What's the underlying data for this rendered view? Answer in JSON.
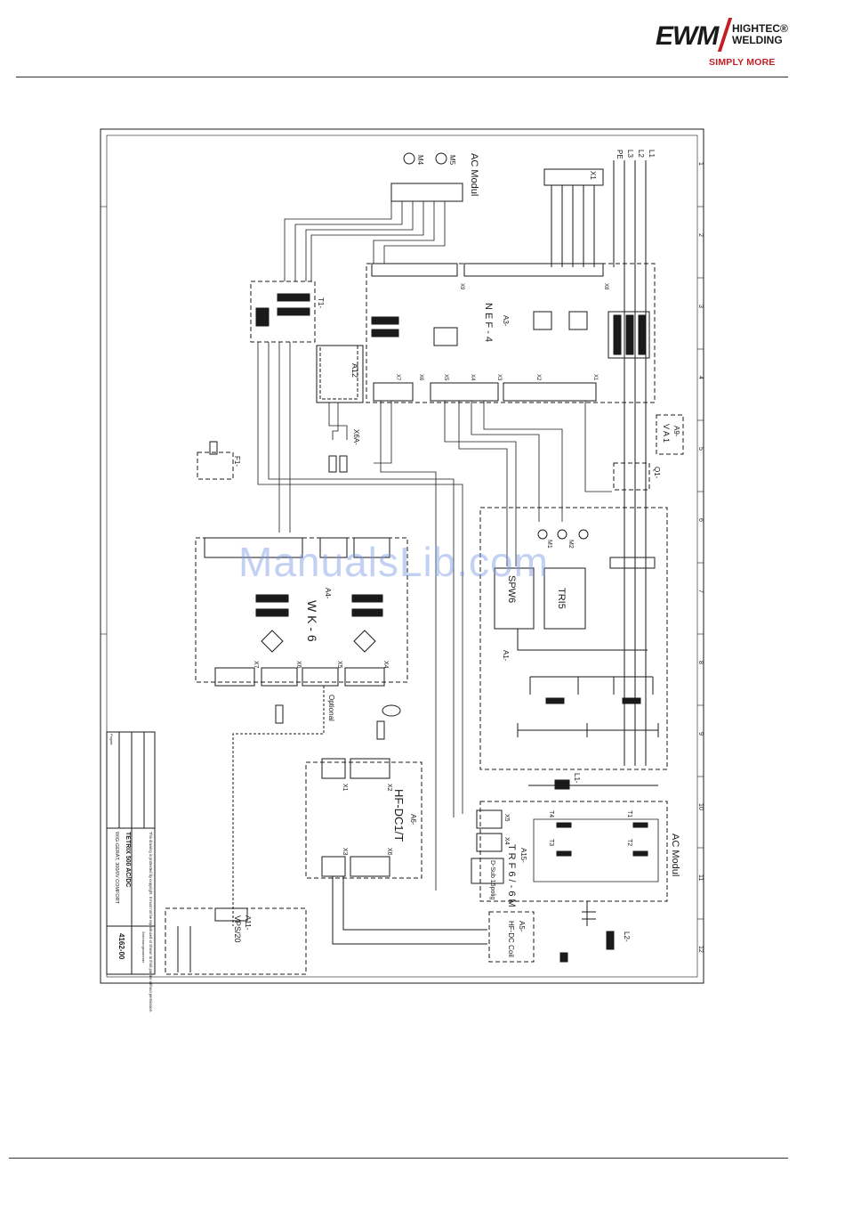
{
  "brand": {
    "logo": "EWM",
    "hightec": "HIGHTEC",
    "welding": "WELDING",
    "reg": "®",
    "tagline": "SIMPLY MORE"
  },
  "colors": {
    "accent": "#c41e24",
    "line": "#1a1a1a",
    "watermark": "#7896e6"
  },
  "watermark": "ManualsLib.com",
  "diagram": {
    "modules": {
      "ac_modul_top": "AC Modul",
      "ac_modul_bottom": "AC Modul",
      "nef4_id": "A3-",
      "nef4": "N E F - 4",
      "wk6_id": "A4-",
      "wk6": "W K - 6",
      "hfdc1t_id": "A6-",
      "hfdc1t": "HF-DC1/T",
      "trf6_id": "A15-",
      "trf6": "T R F 6 / - 6 M",
      "hfdc_coil_id": "A5-",
      "hfdc_coil": "HF-DC Coil",
      "vps_id": "A11-",
      "vps": "VPS/20",
      "a12": "A12",
      "a9_id": "A9-",
      "a9": "V A 1",
      "spw6": "SPW6",
      "tri5": "TRI5",
      "a1": "A1-",
      "t1": "T1-",
      "f1": "F1-",
      "q1": "Q1-",
      "l1": "L1-",
      "l2": "L2-",
      "x6a": "X6A-",
      "x1": "X1"
    },
    "supply": [
      "L1",
      "L2",
      "L3",
      "PE"
    ],
    "fans": [
      "M4",
      "M5",
      "M2",
      "M1"
    ],
    "labels": {
      "optional": "Optional",
      "dsub": "D-Sub 15polig",
      "transistors": [
        "T4",
        "T1",
        "T3",
        "T2"
      ],
      "connectors_wk6": [
        "X7",
        "X6",
        "X5",
        "X4"
      ],
      "connectors_hf": [
        "X1",
        "X2",
        "X3",
        "X6"
      ],
      "connectors_trf": [
        "X5",
        "X4"
      ],
      "nef_connectors": [
        "X9",
        "X8",
        "X7",
        "X6",
        "X5",
        "X4",
        "X3",
        "X2",
        "X1"
      ]
    },
    "grid_numbers": [
      "1",
      "2",
      "3",
      "4",
      "5",
      "6",
      "7",
      "8",
      "9",
      "10",
      "11",
      "12"
    ],
    "title_block": {
      "notice": "This drawing is protected by copyright. It must not be reproduced or shown to third parties without permission.",
      "model": "TETRIX 500 AC/DC",
      "variant": "WIG-GERÄT, 300/0V COMFORT",
      "drawing_number": "4162-00",
      "zeichnungsnr": "Zeichnungsnummer",
      "sheet": "Projekt"
    }
  }
}
